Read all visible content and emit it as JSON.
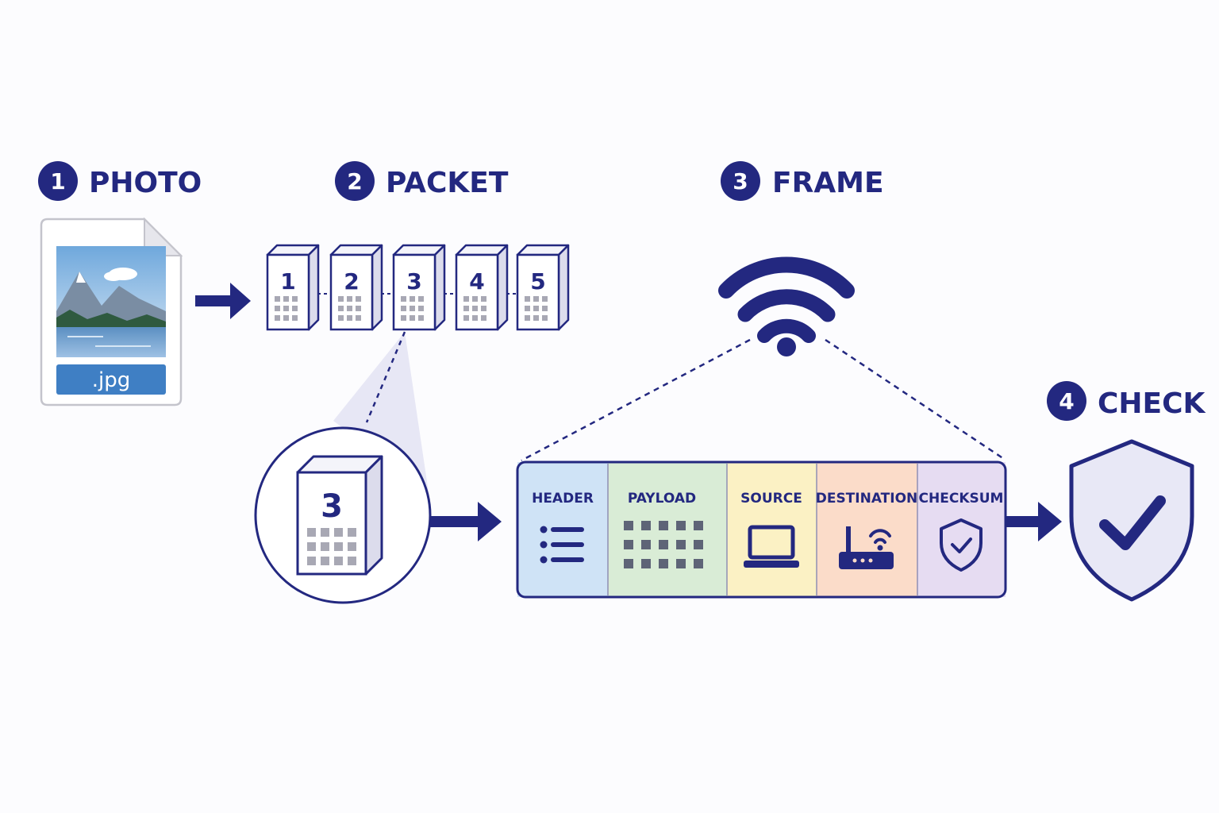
{
  "steps": [
    {
      "num": "1",
      "label": "PHOTO"
    },
    {
      "num": "2",
      "label": "PACKET"
    },
    {
      "num": "3",
      "label": "FRAME"
    },
    {
      "num": "4",
      "label": "CHECK"
    }
  ],
  "photo": {
    "extension": ".jpg"
  },
  "packets": [
    "1",
    "2",
    "3",
    "4",
    "5"
  ],
  "zoomed_packet": "3",
  "frame_segments": [
    {
      "label": "HEADER",
      "icon": "list-icon",
      "color": "#cfe3f6"
    },
    {
      "label": "PAYLOAD",
      "icon": "grid-icon",
      "color": "#d9ecd6"
    },
    {
      "label": "SOURCE",
      "icon": "laptop-icon",
      "color": "#fbf1c4"
    },
    {
      "label": "DESTINATION",
      "icon": "router-icon",
      "color": "#fbdcc9"
    },
    {
      "label": "CHECKSUM",
      "icon": "shield-check-icon",
      "color": "#e6dcf2"
    }
  ],
  "colors": {
    "navy": "#232880",
    "shield_fill": "#e8e8f6",
    "photo_tag": "#3f7fc4"
  }
}
